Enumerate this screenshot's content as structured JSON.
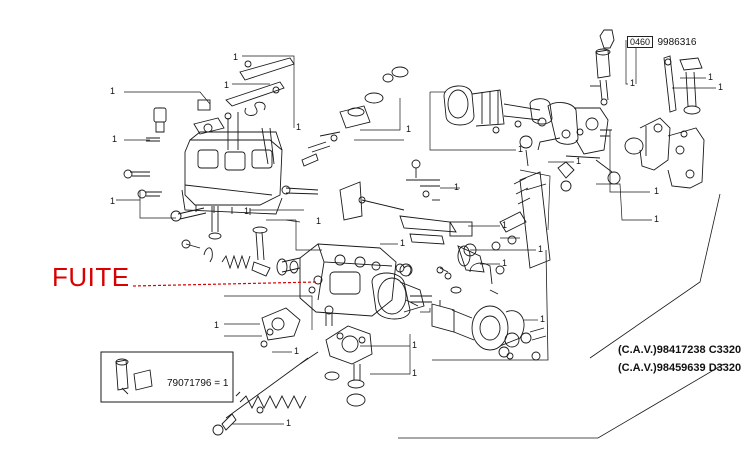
{
  "diagram": {
    "annotation_label": "FUITE",
    "annotation_color": "#d80000",
    "codes": {
      "box_code": "0460",
      "part_number": "9986316",
      "inset_label": "79071796 = 1"
    },
    "cav_lines": [
      "(C.A.V.)98417238 C3320",
      "(C.A.V.)98459639 D3320"
    ],
    "callout_qty": "1"
  }
}
